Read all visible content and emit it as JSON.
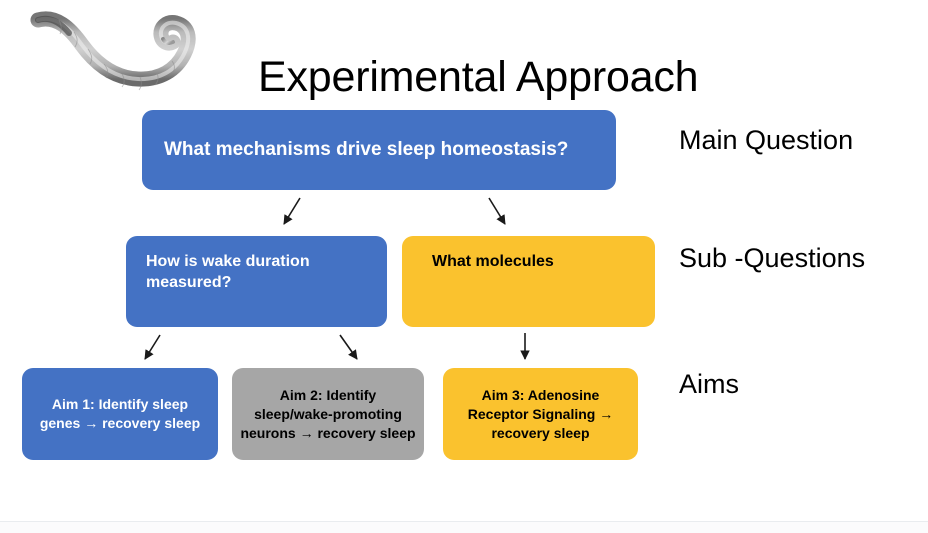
{
  "slide": {
    "title": "Experimental Approach",
    "background_color": "#FFFFFF"
  },
  "illustration": {
    "name": "c-elegans-worm-photo",
    "description": "Grayscale photomicrograph of a C. elegans nematode"
  },
  "palette": {
    "blue": "#4472C4",
    "gold": "#FAC22E",
    "gray": "#A6A6A6",
    "text_dark": "#000000",
    "text_light": "#FFFFFF"
  },
  "diagram": {
    "main_question": {
      "text": "What mechanisms drive sleep homeostasis?",
      "color": "#4472C4"
    },
    "sub_questions": [
      {
        "text": "How is wake duration measured?",
        "color": "#4472C4"
      },
      {
        "text": "What molecules",
        "color": "#FAC22E"
      }
    ],
    "aims": [
      {
        "text": "Aim 1: Identify sleep genes → recovery sleep",
        "color": "#4472C4"
      },
      {
        "text": "Aim 2: Identify sleep/wake-promoting neurons → recovery sleep",
        "color": "#A6A6A6"
      },
      {
        "text": "Aim 3: Adenosine Receptor Signaling → recovery sleep",
        "color": "#FAC22E"
      }
    ],
    "tier_labels": [
      "Main Question",
      "Sub -Questions",
      "Aims"
    ],
    "connectors": [
      {
        "name": "main-to-sub-question-1",
        "style": "diagonal-arrow"
      },
      {
        "name": "main-to-sub-question-2",
        "style": "diagonal-arrow"
      },
      {
        "name": "sub-question-1-to-aim-1",
        "style": "diagonal-arrow"
      },
      {
        "name": "sub-question-1-to-aim-2",
        "style": "diagonal-arrow"
      },
      {
        "name": "sub-question-2-to-aim-3",
        "style": "vertical-arrow"
      }
    ]
  }
}
